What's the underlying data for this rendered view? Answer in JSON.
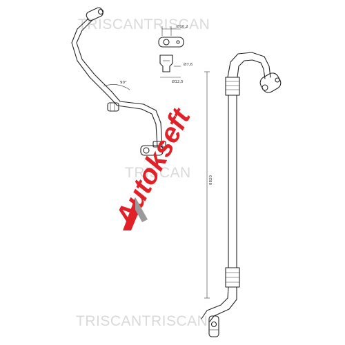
{
  "watermark": {
    "text_top": "TRISCANTRISCAN",
    "text_middle": "TRISCAN",
    "text_bottom": "TRISCANTRISCAN"
  },
  "logo": {
    "text": "Autokseft",
    "color": "#e02127"
  },
  "dimensions": {
    "d1": "Ø10,2",
    "d2": "Ø7,6",
    "d3": "Ø12,5",
    "angle": "90°",
    "length": "8820"
  },
  "colors": {
    "line": "#222222",
    "watermark": "#d9d9d9",
    "logo": "#e02127"
  }
}
